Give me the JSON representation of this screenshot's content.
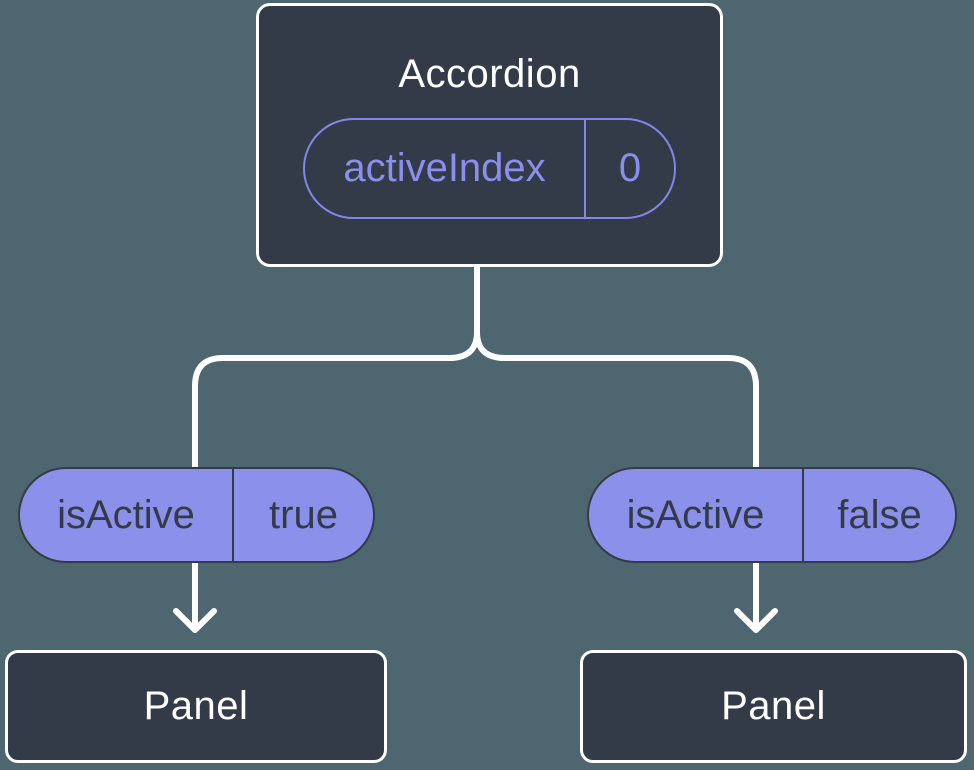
{
  "diagram": {
    "title_node": {
      "label": "Accordion",
      "prop": {
        "name": "activeIndex",
        "value": "0"
      }
    },
    "children": [
      {
        "prop": {
          "name": "isActive",
          "value": "true"
        },
        "node_label": "Panel"
      },
      {
        "prop": {
          "name": "isActive",
          "value": "false"
        },
        "node_label": "Panel"
      }
    ],
    "colors": {
      "background": "#4D6670",
      "node_fill": "#343B48",
      "node_border": "#FFFFFF",
      "node_text": "#FFFFFF",
      "pill_fill": "#8B90EA",
      "pill_border": "#343B48",
      "pill_text_dark": "#343B48",
      "outline_pill_border": "#8286E8",
      "outline_pill_text": "#8A8EEC",
      "connector": "#FFFFFF"
    }
  }
}
